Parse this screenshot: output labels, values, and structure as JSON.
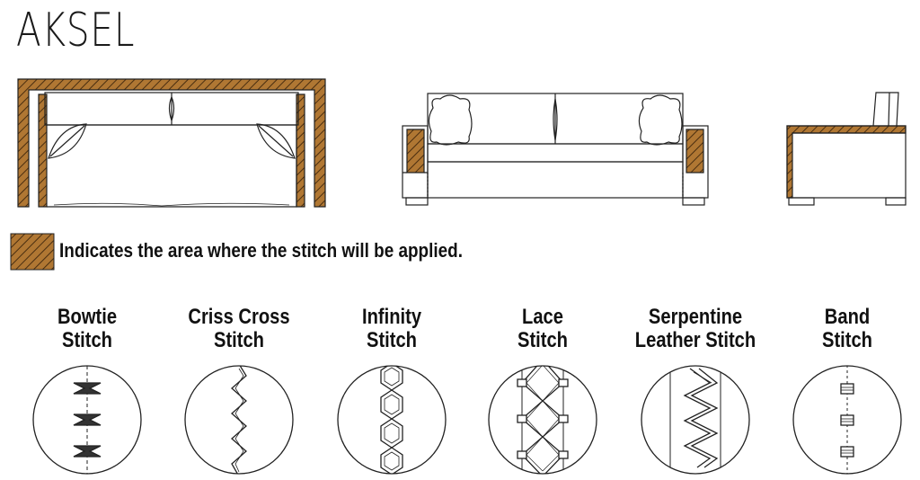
{
  "title": "AKSEL",
  "legend": {
    "text": "Indicates the area where the stitch will be applied.",
    "swatch_color": "#b07733"
  },
  "stitches": [
    {
      "line1": "Bowtie",
      "line2": "Stitch"
    },
    {
      "line1": "Criss Cross",
      "line2": "Stitch"
    },
    {
      "line1": "Infinity",
      "line2": "Stitch"
    },
    {
      "line1": "Lace",
      "line2": "Stitch"
    },
    {
      "line1": "Serpentine",
      "line2": "Leather Stitch"
    },
    {
      "line1": "Band",
      "line2": "Stitch"
    }
  ]
}
